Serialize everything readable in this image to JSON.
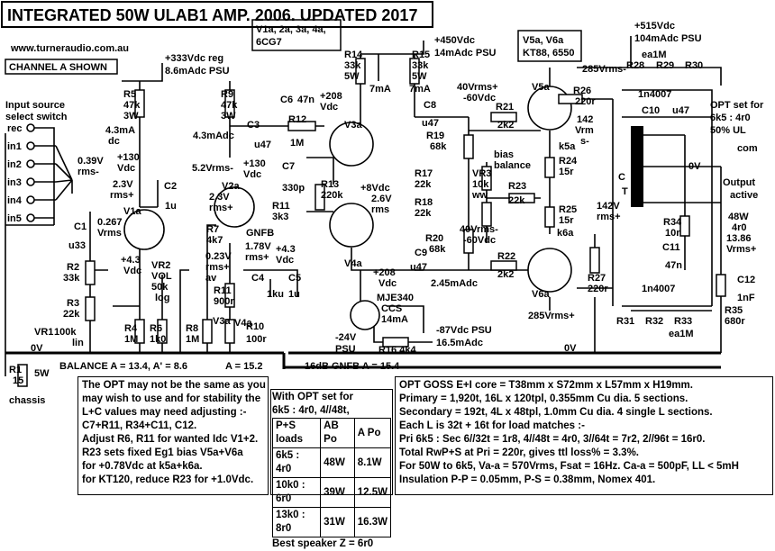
{
  "title": "INTEGRATED 50W ULAB1 AMP. 2006. UPDATED 2017",
  "website": "www.turneraudio.com.au",
  "channel_label": "CHANNEL A SHOWN",
  "tubes_v1": "V1a, 2a, 3a, 4a,",
  "tubes_v1b": "6CG7",
  "tubes_v5": "V5a, V6a",
  "tubes_v5b": "KT88, 6550",
  "input": {
    "title1": "Input source",
    "title2": "select switch",
    "inputs": [
      "rec",
      "in1",
      "in2",
      "in3",
      "in4",
      "in5"
    ]
  },
  "psu": {
    "v333": "+333Vdc reg",
    "i333": "8.6mAdc PSU",
    "v450": "+450Vdc",
    "i450": "14mAdc PSU",
    "v515": "+515Vdc",
    "i515": "104mAdc PSU",
    "v87": "-87Vdc PSU",
    "i87": "16.5mAdc",
    "v24": "-24V",
    "v24b": "PSU"
  },
  "labels": [
    {
      "id": "r5",
      "t": "R5"
    },
    {
      "id": "r5v",
      "t": "47k"
    },
    {
      "id": "r5w",
      "t": "3W"
    },
    {
      "id": "i1",
      "t": "4.3mA"
    },
    {
      "id": "i1b",
      "t": "dc"
    },
    {
      "id": "v130a",
      "t": "+130"
    },
    {
      "id": "v130ab",
      "t": "Vdc"
    },
    {
      "id": "v23a",
      "t": "2.3V"
    },
    {
      "id": "v23ab",
      "t": "rms+"
    },
    {
      "id": "c2",
      "t": "C2"
    },
    {
      "id": "c2v",
      "t": "1u"
    },
    {
      "id": "v039",
      "t": "0.39V"
    },
    {
      "id": "v039b",
      "t": "rms-"
    },
    {
      "id": "c1",
      "t": "C1"
    },
    {
      "id": "c1v",
      "t": "u33"
    },
    {
      "id": "v0267",
      "t": "0.267"
    },
    {
      "id": "v0267b",
      "t": "Vrms"
    },
    {
      "id": "v1a",
      "t": "V1a"
    },
    {
      "id": "r2",
      "t": "R2"
    },
    {
      "id": "r2v",
      "t": "33k"
    },
    {
      "id": "r3",
      "t": "R3"
    },
    {
      "id": "r3v",
      "t": "22k"
    },
    {
      "id": "v43a",
      "t": "+4.3"
    },
    {
      "id": "v43ab",
      "t": "Vdc"
    },
    {
      "id": "vr2",
      "t": "VR2"
    },
    {
      "id": "vr2b",
      "t": "VOL"
    },
    {
      "id": "vr2c",
      "t": "50k"
    },
    {
      "id": "vr2d",
      "t": "log"
    },
    {
      "id": "vr1",
      "t": "VR1"
    },
    {
      "id": "vr1v",
      "t": "100k"
    },
    {
      "id": "vr1b",
      "t": "lin"
    },
    {
      "id": "r4",
      "t": "R4"
    },
    {
      "id": "r4v",
      "t": "1M"
    },
    {
      "id": "r6",
      "t": "R6"
    },
    {
      "id": "r6v",
      "t": "1k0"
    },
    {
      "id": "r8",
      "t": "R8"
    },
    {
      "id": "r8v",
      "t": "1M"
    },
    {
      "id": "v3a2",
      "t": "V3a"
    },
    {
      "id": "r9",
      "t": "R9"
    },
    {
      "id": "r9v",
      "t": "47k"
    },
    {
      "id": "r9w",
      "t": "3W"
    },
    {
      "id": "i2",
      "t": "4.3mAdc"
    },
    {
      "id": "v52",
      "t": "5.2Vrms-"
    },
    {
      "id": "v130b",
      "t": "+130"
    },
    {
      "id": "v130bb",
      "t": "Vdc"
    },
    {
      "id": "v23b",
      "t": "2.3V"
    },
    {
      "id": "v23bb",
      "t": "rms+"
    },
    {
      "id": "v2a",
      "t": "V2a"
    },
    {
      "id": "r7",
      "t": "R7"
    },
    {
      "id": "r7v",
      "t": "4k7"
    },
    {
      "id": "v023",
      "t": "0.23V"
    },
    {
      "id": "v023b",
      "t": "rms+"
    },
    {
      "id": "v023c",
      "t": "av"
    },
    {
      "id": "gnfb",
      "t": "GNFB"
    },
    {
      "id": "v178",
      "t": "1.78V"
    },
    {
      "id": "v178b",
      "t": "rms+"
    },
    {
      "id": "v43b",
      "t": "+4.3"
    },
    {
      "id": "v43bb",
      "t": "Vdc"
    },
    {
      "id": "r11",
      "t": "R11"
    },
    {
      "id": "r11v",
      "t": "900r"
    },
    {
      "id": "c4",
      "t": "C4"
    },
    {
      "id": "c4v",
      "t": "1ku"
    },
    {
      "id": "c5",
      "t": "C5"
    },
    {
      "id": "c5v",
      "t": "1u"
    },
    {
      "id": "r10",
      "t": "R10"
    },
    {
      "id": "r10v",
      "t": "100r"
    },
    {
      "id": "c3",
      "t": "C3"
    },
    {
      "id": "c3v",
      "t": "u47"
    },
    {
      "id": "c6",
      "t": "C6"
    },
    {
      "id": "c6v",
      "t": "47n"
    },
    {
      "id": "r12",
      "t": "R12"
    },
    {
      "id": "r12v",
      "t": "1M"
    },
    {
      "id": "c7",
      "t": "C7"
    },
    {
      "id": "c7v",
      "t": "330p"
    },
    {
      "id": "r13",
      "t": "R13"
    },
    {
      "id": "r13v",
      "t": "220k"
    },
    {
      "id": "r11b",
      "t": "R11"
    },
    {
      "id": "r11bv",
      "t": "3k3"
    },
    {
      "id": "r14",
      "t": "R14"
    },
    {
      "id": "r14v",
      "t": "33k"
    },
    {
      "id": "r14w",
      "t": "5W"
    },
    {
      "id": "r15",
      "t": "R15"
    },
    {
      "id": "r15v",
      "t": "33k"
    },
    {
      "id": "r15w",
      "t": "5W"
    },
    {
      "id": "v208a",
      "t": "+208"
    },
    {
      "id": "v208ab",
      "t": "Vdc"
    },
    {
      "id": "i7a",
      "t": "7mA"
    },
    {
      "id": "i7b",
      "t": "7mA"
    },
    {
      "id": "v3a",
      "t": "V3a"
    },
    {
      "id": "v4a",
      "t": "V4a"
    },
    {
      "id": "v8",
      "t": "+8Vdc"
    },
    {
      "id": "v26",
      "t": "2.6V"
    },
    {
      "id": "v26b",
      "t": "rms"
    },
    {
      "id": "v208b",
      "t": "+208"
    },
    {
      "id": "v208bb",
      "t": "Vdc"
    },
    {
      "id": "c8",
      "t": "C8"
    },
    {
      "id": "c8v",
      "t": "u47"
    },
    {
      "id": "c9",
      "t": "C9"
    },
    {
      "id": "c9v",
      "t": "u47"
    },
    {
      "id": "i245",
      "t": "2.45mAdc"
    },
    {
      "id": "mje",
      "t": "MJE340"
    },
    {
      "id": "ccs",
      "t": "CCS"
    },
    {
      "id": "i14",
      "t": "14mA"
    },
    {
      "id": "r16",
      "t": "R16 4k4"
    },
    {
      "id": "v40a",
      "t": "40Vrms+"
    },
    {
      "id": "v60a",
      "t": "-60Vdc"
    },
    {
      "id": "r21",
      "t": "R21"
    },
    {
      "id": "r21v",
      "t": "2k2"
    },
    {
      "id": "r19",
      "t": "R19"
    },
    {
      "id": "r19v",
      "t": "68k"
    },
    {
      "id": "bias",
      "t": "bias"
    },
    {
      "id": "biasb",
      "t": "balance"
    },
    {
      "id": "r17",
      "t": "R17"
    },
    {
      "id": "r17v",
      "t": "22k"
    },
    {
      "id": "vr3",
      "t": "VR3"
    },
    {
      "id": "vr3v",
      "t": "10k"
    },
    {
      "id": "vr3w",
      "t": "ww"
    },
    {
      "id": "r23",
      "t": "R23"
    },
    {
      "id": "r23v",
      "t": "22k"
    },
    {
      "id": "r18",
      "t": "R18"
    },
    {
      "id": "r18v",
      "t": "22k"
    },
    {
      "id": "r20",
      "t": "R20"
    },
    {
      "id": "r20v",
      "t": "68k"
    },
    {
      "id": "v40b",
      "t": "40Vrms-"
    },
    {
      "id": "v60b",
      "t": "-60Vdc"
    },
    {
      "id": "r22",
      "t": "R22"
    },
    {
      "id": "r22v",
      "t": "2k2"
    },
    {
      "id": "v5a",
      "t": "V5a"
    },
    {
      "id": "v6a",
      "t": "V6a"
    },
    {
      "id": "r26",
      "t": "R26"
    },
    {
      "id": "r26v",
      "t": "220r"
    },
    {
      "id": "v142",
      "t": "142"
    },
    {
      "id": "v142b",
      "t": "Vrm"
    },
    {
      "id": "v142c",
      "t": "s-"
    },
    {
      "id": "k5a",
      "t": "k5a"
    },
    {
      "id": "k6a",
      "t": "k6a"
    },
    {
      "id": "r24",
      "t": "R24"
    },
    {
      "id": "r24v",
      "t": "15r"
    },
    {
      "id": "r25",
      "t": "R25"
    },
    {
      "id": "r25v",
      "t": "15r"
    },
    {
      "id": "r27",
      "t": "R27"
    },
    {
      "id": "r27v",
      "t": "220r"
    },
    {
      "id": "v285a",
      "t": "285Vrms-"
    },
    {
      "id": "v285b",
      "t": "285Vrms+"
    },
    {
      "id": "ea1m",
      "t": "ea1M"
    },
    {
      "id": "ea1mb",
      "t": "ea1M"
    },
    {
      "id": "r28",
      "t": "R28"
    },
    {
      "id": "r29",
      "t": "R29"
    },
    {
      "id": "r30",
      "t": "R30"
    },
    {
      "id": "d1",
      "t": "1n4007"
    },
    {
      "id": "d2",
      "t": "1n4007"
    },
    {
      "id": "c10",
      "t": "C10"
    },
    {
      "id": "c10v",
      "t": "u47"
    },
    {
      "id": "opt",
      "t": "OPT set for"
    },
    {
      "id": "optb",
      "t": "6k5 : 4r0"
    },
    {
      "id": "optc",
      "t": "50% UL"
    },
    {
      "id": "com",
      "t": "com"
    },
    {
      "id": "v0v",
      "t": "0V"
    },
    {
      "id": "ct",
      "t": "C"
    },
    {
      "id": "ctb",
      "t": "T"
    },
    {
      "id": "v142d",
      "t": "142V"
    },
    {
      "id": "v142e",
      "t": "rms+"
    },
    {
      "id": "r34",
      "t": "R34"
    },
    {
      "id": "r34v",
      "t": "10r"
    },
    {
      "id": "c11",
      "t": "C11"
    },
    {
      "id": "c11v",
      "t": "47n"
    },
    {
      "id": "outact",
      "t": "Output"
    },
    {
      "id": "outactb",
      "t": "active"
    },
    {
      "id": "w48",
      "t": "48W"
    },
    {
      "id": "w48b",
      "t": "4r0"
    },
    {
      "id": "w48c",
      "t": "13.86"
    },
    {
      "id": "w48d",
      "t": "Vrms+"
    },
    {
      "id": "c12",
      "t": "C12"
    },
    {
      "id": "c12v",
      "t": "1nF"
    },
    {
      "id": "r35",
      "t": "R35"
    },
    {
      "id": "r35v",
      "t": "680r"
    },
    {
      "id": "r31",
      "t": "R31"
    },
    {
      "id": "r32",
      "t": "R32"
    },
    {
      "id": "r33",
      "t": "R33"
    },
    {
      "id": "v0v2",
      "t": "0V"
    },
    {
      "id": "v0v3",
      "t": "0V"
    },
    {
      "id": "r1",
      "t": "R1"
    },
    {
      "id": "r1v",
      "t": "15"
    },
    {
      "id": "r1w",
      "t": "5W"
    },
    {
      "id": "chassis",
      "t": "chassis"
    },
    {
      "id": "balance",
      "t": "BALANCE  A = 13.4, A' = 8.6"
    },
    {
      "id": "a152",
      "t": "A = 15.2"
    },
    {
      "id": "gnfb16",
      "t": "16dB GNFB  A = 15.4"
    },
    {
      "id": "v4a2",
      "t": "V4a"
    }
  ],
  "note_left": [
    "The OPT may not be the same as you",
    "may wish to use and for stability the",
    "L+C values may need adjusting :-",
    "C7+R11, R34+C11, C12.",
    "Adjust R6, R11 for wanted Idc V1+2.",
    "R23 sets  fixed Eg1 bias  V5a+V6a",
    "for +0.78Vdc at k5a+k6a.",
    "for KT120, reduce R23 for +1.0Vdc."
  ],
  "po_table": {
    "head1": "With OPT set for",
    "head2": "6k5 : 4r0, 4//48t,",
    "columns": [
      "P+S loads",
      "AB Po",
      "A Po"
    ],
    "rows": [
      [
        "6k5 : 4r0",
        "48W",
        "8.1W"
      ],
      [
        "10k0 : 6r0",
        "39W",
        "12.5W"
      ],
      [
        "13k0 : 8r0",
        "31W",
        "16.3W"
      ]
    ],
    "footer": "Best speaker Z = 6r0"
  },
  "note_opt": [
    "OPT GOSS E+I core = T38mm x S72mm x L57mm x H19mm.",
    "Primary = 1,920t, 16L x 120tpl, 0.355mm Cu dia.  5 sections.",
    "Secondary = 192t,   4L x 48tpl, 1.0mm Cu dia. 4 single L sections.",
    "Each L is 32t + 16t  for load matches :-",
    "Pri 6k5 : Sec 6//32t = 1r8, 4//48t = 4r0, 3//64t = 7r2, 2//96t = 16r0.",
    "Total RwP+S at Pri  = 220r, gives ttl loss% = 3.3%.",
    "For 50W to 6k5, Va-a = 570Vrms, Fsat = 16Hz. Ca-a = 500pF, LL < 5mH",
    "Insulation P-P = 0.05mm,  P-S = 0.38mm, Nomex 401."
  ]
}
